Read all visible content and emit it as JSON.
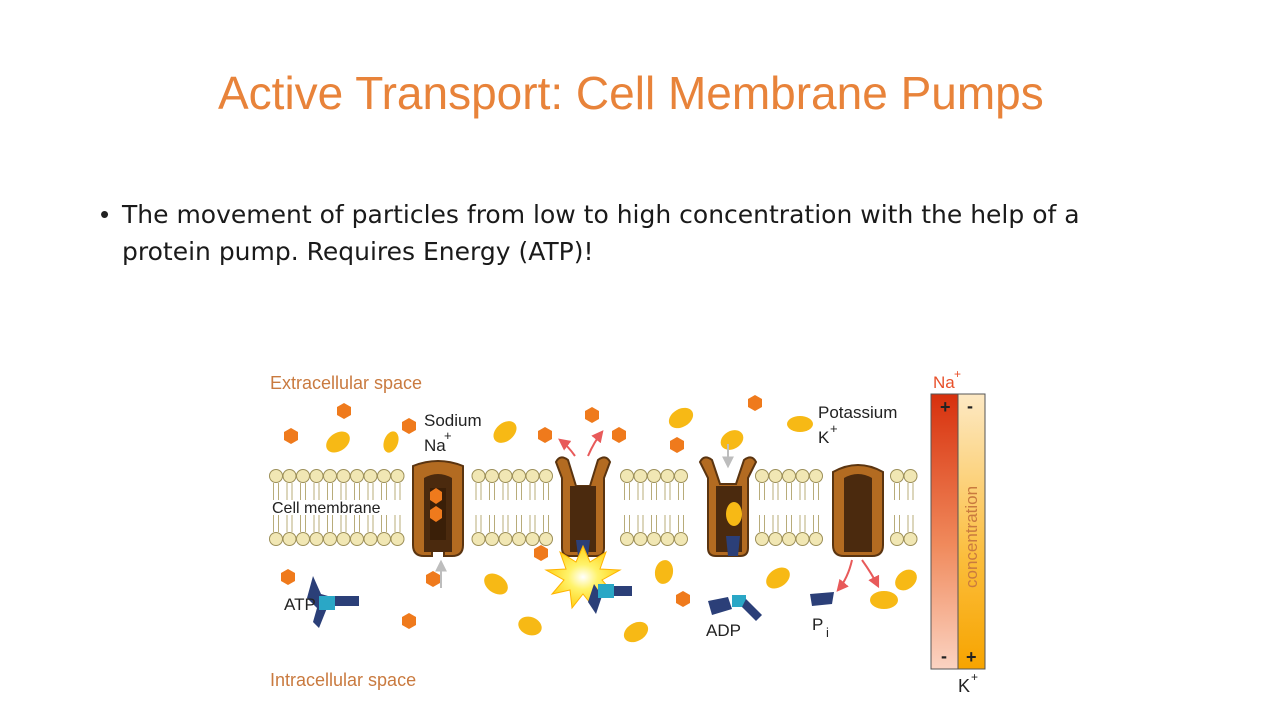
{
  "slide": {
    "title": "Active Transport: Cell Membrane Pumps",
    "bullet": "The movement of particles from low to high concentration with the help of a protein pump. Requires Energy (ATP)!"
  },
  "diagram": {
    "labels": {
      "extracellular": "Extracellular space",
      "intracellular": "Intracellular space",
      "membrane": "Cell membrane",
      "sodium": "Sodium",
      "sodium_symbol": "Na",
      "potassium": "Potassium",
      "potassium_symbol": "K",
      "atp": "ATP",
      "adp": "ADP",
      "pi": "P",
      "pi_sub": "i",
      "na_bar": "Na",
      "k_bar": "K",
      "concentration": "concentration",
      "plus": "+",
      "minus": "-"
    },
    "colors": {
      "title": "#e8833a",
      "label": "#c97a3f",
      "sodium_ion": "#ef7a1c",
      "potassium_ion": "#f7b915",
      "pump": "#b36b21",
      "pump_dark": "#4b2a0e",
      "membrane_head": "#f1e7b4",
      "atp": "#2b3f78",
      "arrow": "#e85a5a"
    }
  }
}
